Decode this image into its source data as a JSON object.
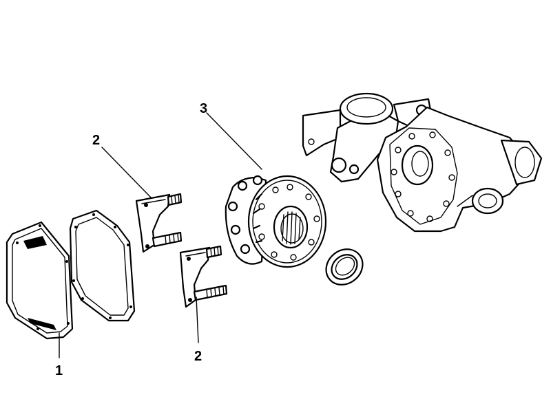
{
  "callouts": {
    "c1": "1",
    "c2a": "2",
    "c2b": "2",
    "c3": "3"
  }
}
